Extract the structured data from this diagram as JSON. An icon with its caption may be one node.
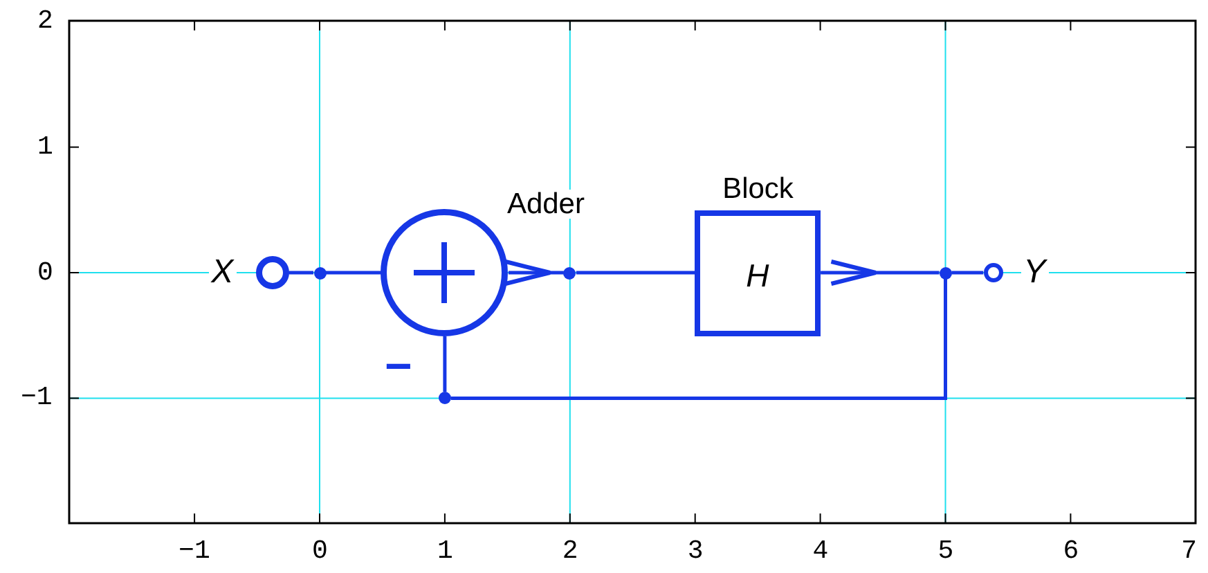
{
  "diagram": {
    "nodes": [
      {
        "text": [
          "X"
        ]
      },
      {
        "text": [],
        "shape": "dot"
      },
      {
        "text": [],
        "shape": "circle",
        "beside": [
          "Adder"
        ]
      },
      {
        "text": [],
        "shape": "dot"
      },
      {
        "text": [
          "Block",
          "H"
        ]
      },
      {
        "text": [],
        "shape": "dot"
      },
      {
        "text": [
          "Y"
        ]
      },
      {
        "text": [],
        "shape": "dot"
      }
    ],
    "edges": [
      {
        "from": 0,
        "to": 1,
        "arrow": "none"
      },
      {
        "from": 1,
        "to": 2,
        "arrow": "none"
      },
      {
        "from": 2,
        "to": 3,
        "arrow": "to"
      },
      {
        "from": 3,
        "to": 4,
        "arrow": "none"
      },
      {
        "from": 4,
        "to": 5,
        "arrow": "to"
      },
      {
        "from": 5,
        "to": 6,
        "arrow": "none"
      },
      {
        "from": 5,
        "to": 7,
        "arrow": "none"
      },
      {
        "from": 7,
        "to": 2,
        "arrow": "none"
      }
    ],
    "labels": [
      "2",
      "1",
      "0",
      "−",
      "−1",
      "−1",
      "0",
      "1",
      "2",
      "3",
      "4",
      "5",
      "6",
      "7"
    ]
  }
}
